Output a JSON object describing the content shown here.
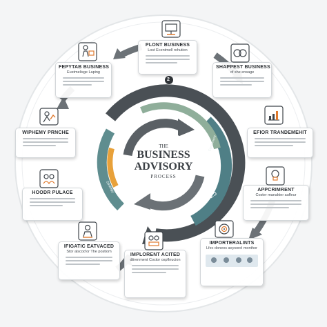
{
  "center": {
    "line1": "THE",
    "line2": "BUSINESS",
    "line3": "ADVISORY",
    "line4": "PROCESS",
    "ring_text": "2ALT. 1925",
    "ring_text_2": "Coctoment",
    "ring_text_3": "Strategy"
  },
  "marker_number": "2",
  "colors": {
    "dark_ring": "#4a5055",
    "teal_ring": "#4f7f86",
    "sage_ring": "#8fae9a",
    "orange_accent": "#e8a13a",
    "icon_stroke": "#3f454b",
    "icon_accent": "#e07a2e"
  },
  "cards": [
    {
      "id": "top",
      "title": "PLONT BUSINESS",
      "subtitle": "Lost Ecentmell rohution",
      "icon": "presentation-icon"
    },
    {
      "id": "upper-left",
      "title": "FEPYTAB BUSINESS",
      "subtitle": "Eustmelisge Laping",
      "icon": "person-cart-icon"
    },
    {
      "id": "upper-right",
      "title": "SHAPPEST BUSINESS",
      "subtitle": "of she ensage",
      "icon": "handshake-icon"
    },
    {
      "id": "left",
      "title": "WIPHEMY PRNCHE",
      "subtitle": "",
      "icon": "person-chart-icon"
    },
    {
      "id": "right",
      "title": "EFIOR TRANDEMEHIT",
      "subtitle": "",
      "icon": "growth-chart-icon"
    },
    {
      "id": "left-lower",
      "title": "HOODR PULACE",
      "subtitle": "",
      "icon": "team-icon"
    },
    {
      "id": "right-lower",
      "title": "APPCRIMRENT",
      "subtitle": "Coster manakter aufleur",
      "icon": "lightbulb-icon"
    },
    {
      "id": "bottom-left",
      "title": "IFIGATIC EATVACED",
      "subtitle": "Stor alscod’or The postiom",
      "icon": "presenter-icon"
    },
    {
      "id": "bottom",
      "title": "IMPLORENT ACITED",
      "subtitle": "dtirenment Coctor ospflnucion",
      "icon": "meeting-icon"
    },
    {
      "id": "bottom-right",
      "title": "IMPORTERALINTS",
      "subtitle": "Lfec doneos aoysorel monthor",
      "icon": "target-icon"
    }
  ]
}
